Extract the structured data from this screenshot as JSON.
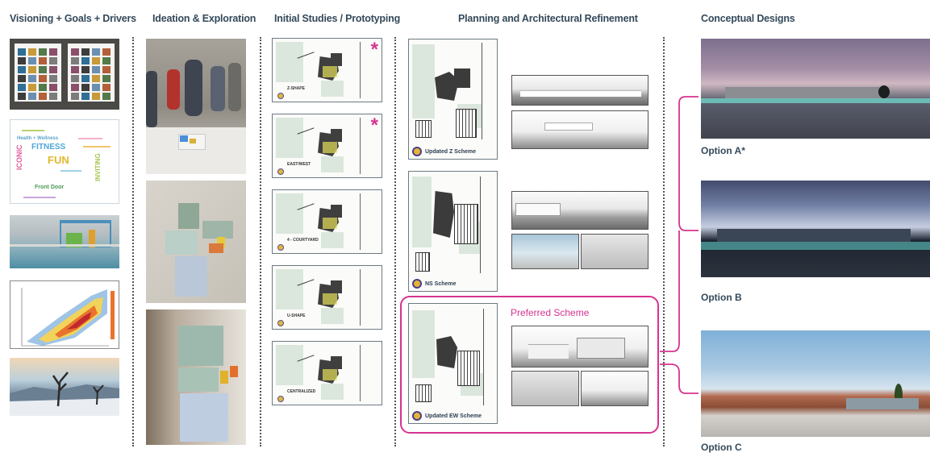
{
  "headings": {
    "col1": "Visioning + Goals + Drivers",
    "col2": "Ideation & Exploration",
    "col3": "Initial Studies / Prototyping",
    "col4": "Planning and Architectural Refinement",
    "col5": "Conceptual Designs"
  },
  "wordcloud": {
    "w1": "Health + Wellness",
    "w2": "FITNESS",
    "w3": "FUN",
    "w4": "ICONIC",
    "w5": "INVITING",
    "w6": "Front Door"
  },
  "studies": [
    {
      "label": "Z-SHAPE",
      "starred": true
    },
    {
      "label": "EAST/WEST",
      "starred": true
    },
    {
      "label": "4 - COURTYARD",
      "starred": false
    },
    {
      "label": "U-SHAPE",
      "starred": false
    },
    {
      "label": "CENTRALIZED",
      "starred": false
    }
  ],
  "schemes": {
    "s1": "Updated Z Scheme",
    "s2": "NS Scheme",
    "s3": "Updated EW Scheme",
    "preferred": "Preferred Scheme"
  },
  "options": {
    "a": "Option A*",
    "b": "Option B",
    "c": "Option C"
  },
  "colors": {
    "accent": "#d6338f",
    "heading": "#34495a"
  }
}
